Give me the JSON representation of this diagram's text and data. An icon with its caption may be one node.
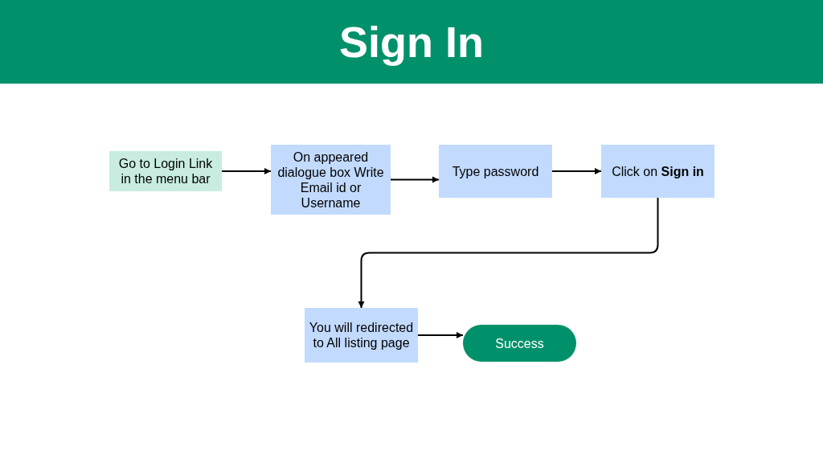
{
  "diagram": {
    "title": "Sign In",
    "nodes": [
      {
        "text": [
          "Go to Login Link in the menu bar"
        ]
      },
      {
        "text": [
          "On appeared dialogue box Write Email id or Username"
        ]
      },
      {
        "text": [
          "Type password"
        ]
      },
      {
        "text": [
          "Click on **Sign in**"
        ]
      },
      {
        "text": [
          "You will redirected to All listing page"
        ]
      },
      {
        "text": [
          "Success"
        ]
      }
    ],
    "edges": [
      {
        "from": 0,
        "to": 1,
        "arrow": "to"
      },
      {
        "from": 1,
        "to": 2,
        "arrow": "to"
      },
      {
        "from": 2,
        "to": 3,
        "arrow": "to"
      },
      {
        "from": 3,
        "to": 4,
        "arrow": "to"
      },
      {
        "from": 4,
        "to": 5,
        "arrow": "to"
      }
    ]
  }
}
